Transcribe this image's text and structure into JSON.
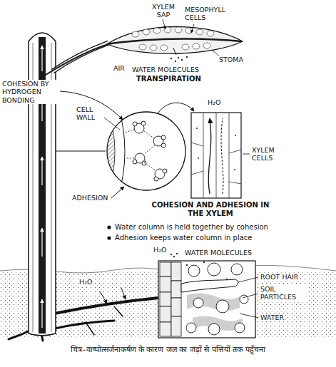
{
  "diagram": {
    "caption": "चित्र–वाष्पोत्सर्जनाकर्षण के कारण जल का जड़ों से पत्तियों तक पहुँचना",
    "labels": [
      "XYLEM SAP",
      "MESOPHYLL CELLS",
      "STOMA",
      "AIR",
      "WATER MOLECULES",
      "TRANSPIRATION",
      "COHESION BY HYDROGEN BONDING",
      "CELL WALL",
      "H₂O",
      "XYLEM CELLS",
      "ADHESION",
      "COHESION AND ADHESION IN THE XYLEM",
      "Water column is held together by cohesion",
      "Adhesion keeps water column in place",
      "H₂O",
      "WATER MOLECULES",
      "ROOT HAIR",
      "SOIL PARTICLES",
      "WATER",
      "H₂O"
    ]
  }
}
